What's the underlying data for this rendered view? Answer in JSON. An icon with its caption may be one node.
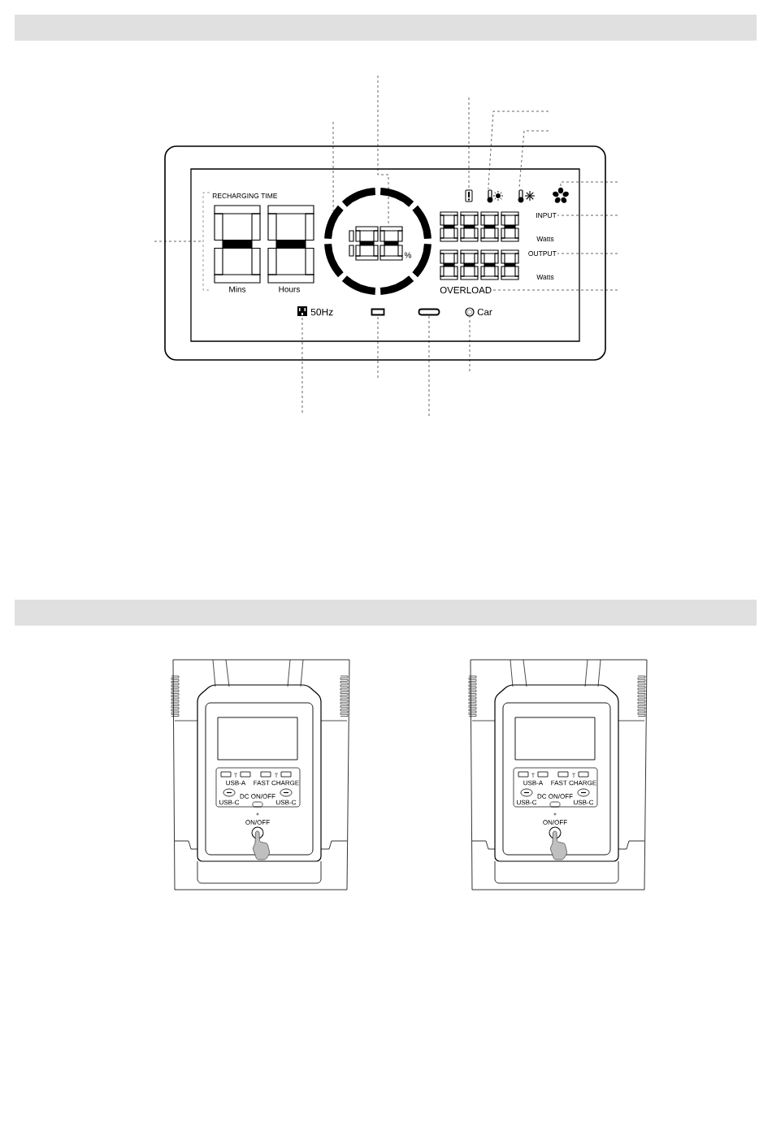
{
  "diagram": {
    "nodes": [
      {
        "text": [
          "RECHARGING TIME",
          "Mins",
          "Hours"
        ]
      },
      {
        "text": [
          "%"
        ],
        "in": 2
      },
      {
        "text": [],
        "shape": "circle"
      },
      {
        "text": [],
        "shape": "battery"
      },
      {
        "text": [],
        "shape": "thermometer"
      },
      {
        "text": [],
        "shape": "thermometer"
      },
      {
        "text": [],
        "shape": "fan"
      },
      {
        "text": [
          "INPUT"
        ]
      },
      {
        "text": [
          "OUTPUT"
        ]
      },
      {
        "text": [
          "OVERLOAD"
        ]
      },
      {
        "text": [],
        "shape": "outlet"
      },
      {
        "text": [],
        "shape": "box"
      },
      {
        "text": [],
        "shape": "box"
      },
      {
        "text": [],
        "shape": "circle"
      }
    ],
    "edges": [
      {
        "from": null,
        "to": 0,
        "arrow": "none",
        "style": "dashed"
      },
      {
        "from": null,
        "to": 1,
        "arrow": "none",
        "style": "dashed"
      },
      {
        "from": null,
        "to": 2,
        "arrow": "none",
        "style": "dashed"
      },
      {
        "from": null,
        "to": 3,
        "arrow": "none",
        "style": "dashed"
      },
      {
        "from": null,
        "to": 4,
        "arrow": "none",
        "style": "dashed"
      },
      {
        "from": null,
        "to": 5,
        "arrow": "none",
        "style": "dashed"
      },
      {
        "from": null,
        "to": 6,
        "arrow": "none",
        "style": "dashed"
      },
      {
        "from": null,
        "to": 7,
        "arrow": "none",
        "style": "dashed"
      },
      {
        "from": null,
        "to": 8,
        "arrow": "none",
        "style": "dashed"
      },
      {
        "from": null,
        "to": 9,
        "arrow": "none",
        "style": "dashed"
      },
      {
        "from": null,
        "to": 10,
        "arrow": "none",
        "style": "dashed"
      },
      {
        "from": null,
        "to": 11,
        "arrow": "none",
        "style": "dashed"
      },
      {
        "from": null,
        "to": 12,
        "arrow": "none",
        "style": "dashed"
      },
      {
        "from": null,
        "to": 13,
        "arrow": "none",
        "style": "dashed"
      }
    ],
    "labels": [
      "Watts",
      "Watts",
      "50Hz",
      "Car",
      "USB-A",
      "FAST CHARGE",
      "USB-C",
      "DC ON/OFF",
      "USB-C",
      "ON/OFF",
      "USB-A",
      "FAST CHARGE",
      "USB-C",
      "DC ON/OFF",
      "USB-C",
      "ON/OFF"
    ]
  }
}
